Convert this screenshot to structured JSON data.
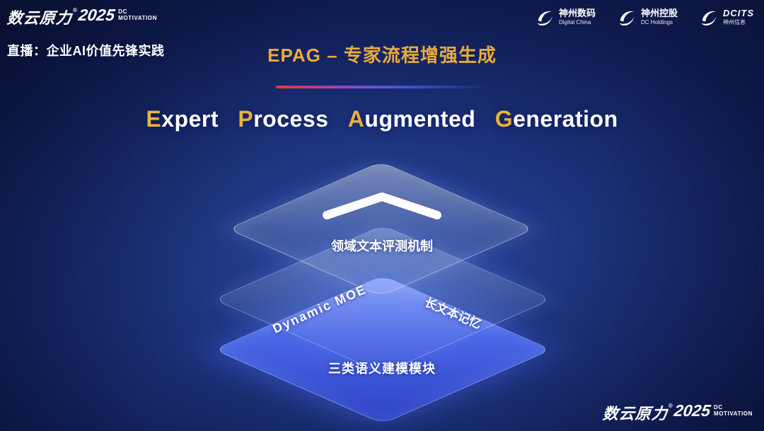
{
  "colors": {
    "background_navy": "#0e1a4d",
    "accent_gold": "#e8ab3c",
    "layer_blue": "#3a57d8",
    "divider_red": "#e23a3a",
    "text_white": "#ffffff"
  },
  "header": {
    "brand": {
      "logotype": "数云原力",
      "reg_mark": "®",
      "year": "2025",
      "tagline_line1": "DC",
      "tagline_line2": "MOTIVATION"
    },
    "live_label": "直播：企业AI价值先锋实践",
    "slide_heading": "EPAG – 专家流程增强生成",
    "logos": [
      {
        "name": "神州数码",
        "subtitle": "Digital China"
      },
      {
        "name": "神州控股",
        "subtitle": "DC Holdings"
      },
      {
        "name": "DCITS",
        "subtitle": "神州信息"
      }
    ]
  },
  "main": {
    "title_words": [
      {
        "first": "E",
        "rest": "xpert"
      },
      {
        "first": "P",
        "rest": "rocess"
      },
      {
        "first": "A",
        "rest": "ugmented"
      },
      {
        "first": "G",
        "rest": "eneration"
      }
    ],
    "diagram": {
      "top_layer_label": "领域文本评测机制",
      "middle_layer_left_label": "Dynamic MOE",
      "middle_layer_right_label": "长文本记忆",
      "bottom_layer_label": "三类语义建模模块"
    }
  },
  "footer": {
    "brand": {
      "logotype": "数云原力",
      "reg_mark": "®",
      "year": "2025",
      "tagline_line1": "DC",
      "tagline_line2": "MOTIVATION"
    }
  }
}
